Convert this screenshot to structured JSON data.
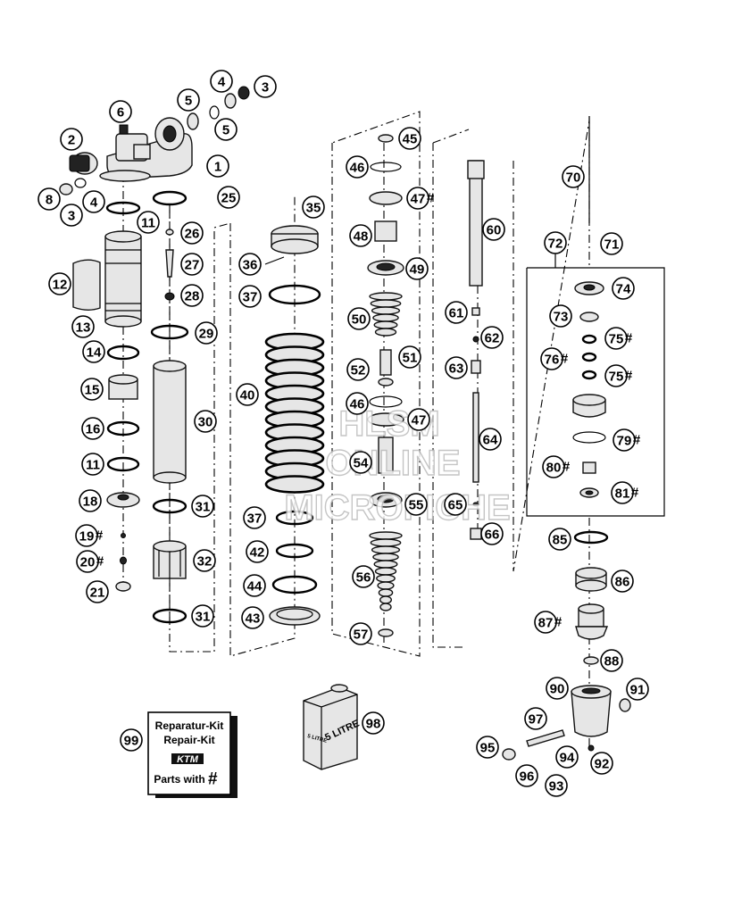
{
  "watermark": {
    "line1": "HLSM",
    "line2": "ONLINE",
    "line3": "MICROFICHE"
  },
  "repair_kit": {
    "line1": "Reparatur-Kit",
    "line2": "Repair-Kit",
    "logo": "KTM",
    "line3": "Parts with",
    "mark": "#"
  },
  "oil_can": {
    "label": "5 LITRE",
    "side_label": "5 LITRE"
  },
  "hash_mark": "#",
  "callouts": [
    {
      "n": "1"
    },
    {
      "n": "2"
    },
    {
      "n": "3"
    },
    {
      "n": "4"
    },
    {
      "n": "5"
    },
    {
      "n": "6"
    },
    {
      "n": "8"
    },
    {
      "n": "3"
    },
    {
      "n": "4"
    },
    {
      "n": "5"
    },
    {
      "n": "11"
    },
    {
      "n": "12"
    },
    {
      "n": "13"
    },
    {
      "n": "14"
    },
    {
      "n": "15"
    },
    {
      "n": "16"
    },
    {
      "n": "11"
    },
    {
      "n": "18"
    },
    {
      "n": "19",
      "hash": true
    },
    {
      "n": "20",
      "hash": true
    },
    {
      "n": "21"
    },
    {
      "n": "25"
    },
    {
      "n": "26"
    },
    {
      "n": "27"
    },
    {
      "n": "28"
    },
    {
      "n": "29"
    },
    {
      "n": "30"
    },
    {
      "n": "31"
    },
    {
      "n": "32"
    },
    {
      "n": "31"
    },
    {
      "n": "35"
    },
    {
      "n": "36"
    },
    {
      "n": "37"
    },
    {
      "n": "40"
    },
    {
      "n": "37"
    },
    {
      "n": "42"
    },
    {
      "n": "44"
    },
    {
      "n": "43"
    },
    {
      "n": "45"
    },
    {
      "n": "46"
    },
    {
      "n": "47",
      "hash": true
    },
    {
      "n": "48"
    },
    {
      "n": "49"
    },
    {
      "n": "50"
    },
    {
      "n": "51"
    },
    {
      "n": "52"
    },
    {
      "n": "46"
    },
    {
      "n": "47"
    },
    {
      "n": "54"
    },
    {
      "n": "55"
    },
    {
      "n": "56"
    },
    {
      "n": "57"
    },
    {
      "n": "60"
    },
    {
      "n": "61"
    },
    {
      "n": "62"
    },
    {
      "n": "63"
    },
    {
      "n": "64"
    },
    {
      "n": "65"
    },
    {
      "n": "66"
    },
    {
      "n": "70"
    },
    {
      "n": "71"
    },
    {
      "n": "72"
    },
    {
      "n": "74"
    },
    {
      "n": "73"
    },
    {
      "n": "75",
      "hash": true
    },
    {
      "n": "76",
      "hash": true
    },
    {
      "n": "75",
      "hash": true
    },
    {
      "n": "79",
      "hash": true
    },
    {
      "n": "80",
      "hash": true
    },
    {
      "n": "81",
      "hash": true
    },
    {
      "n": "85"
    },
    {
      "n": "86"
    },
    {
      "n": "87",
      "hash": true
    },
    {
      "n": "88"
    },
    {
      "n": "90"
    },
    {
      "n": "91"
    },
    {
      "n": "97"
    },
    {
      "n": "95"
    },
    {
      "n": "94"
    },
    {
      "n": "92"
    },
    {
      "n": "96"
    },
    {
      "n": "93"
    },
    {
      "n": "98"
    },
    {
      "n": "99"
    }
  ]
}
